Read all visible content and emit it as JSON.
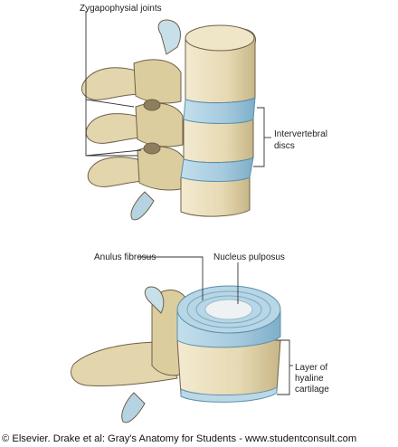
{
  "labels": {
    "zygapophysial_joints": "Zygapophysial joints",
    "intervertebral_discs_line1": "Intervertebral",
    "intervertebral_discs_line2": "discs",
    "anulus_fibrosus": "Anulus fibrosus",
    "nucleus_pulposus": "Nucleus pulposus",
    "cartilage_line1": "Layer of",
    "cartilage_line2": "hyaline",
    "cartilage_line3": "cartilage"
  },
  "credit": "© Elsevier. Drake et al: Gray's Anatomy for Students - www.studentconsult.com",
  "colors": {
    "bone": "#e9dfbf",
    "bone_shadow": "#c9b98d",
    "bone_outline": "#6f6048",
    "disc": "#a9cde0",
    "disc_dark": "#7fb0cc",
    "nucleus": "#eef2f3"
  }
}
